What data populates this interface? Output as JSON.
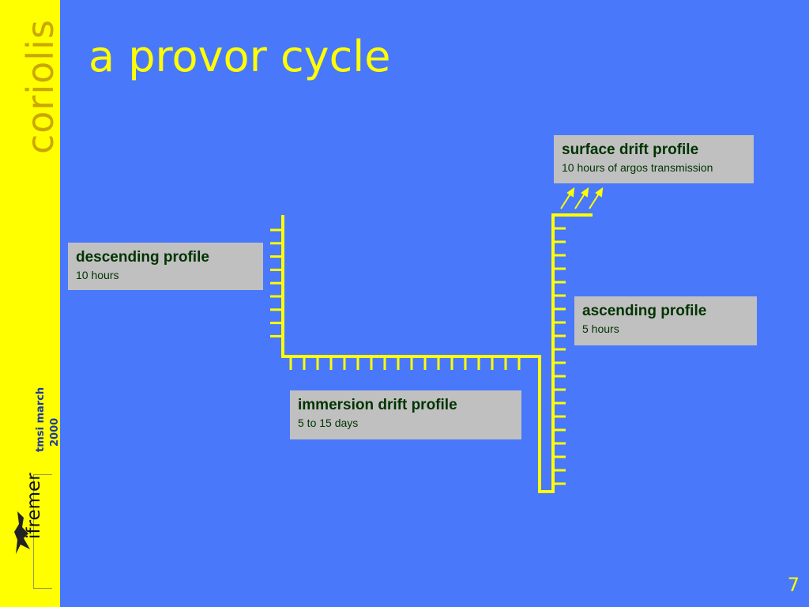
{
  "slide": {
    "title": "a provor cycle",
    "page_number": "7"
  },
  "sidebar": {
    "brand": "coriolis",
    "footer_line1": "tmsi march",
    "footer_line2": "2000",
    "logo_text": "ifremer"
  },
  "labels": {
    "descending": {
      "heading": "descending profile",
      "detail": "10 hours"
    },
    "immersion": {
      "heading": "immersion drift profile",
      "detail": "5 to 15 days"
    },
    "ascending": {
      "heading": "ascending profile",
      "detail": "5 hours"
    },
    "surface": {
      "heading": "surface drift profile",
      "detail": "10 hours of argos transmission"
    }
  },
  "colors": {
    "background": "#4a78fa",
    "accent": "#ffff00",
    "label_box": "#c0c0c0",
    "label_text": "#003300"
  }
}
